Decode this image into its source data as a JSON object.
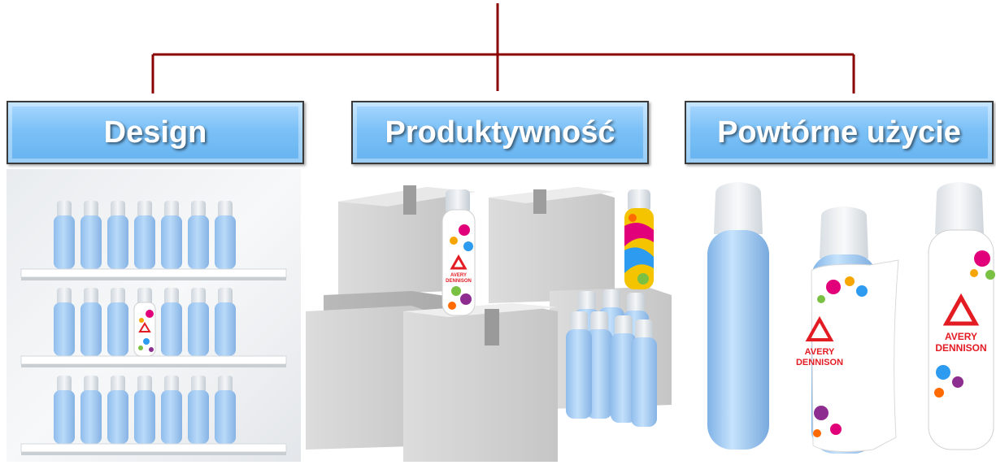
{
  "categories": [
    {
      "label": "Design"
    },
    {
      "label": "Produktywność"
    },
    {
      "label": "Powtórne użycie"
    }
  ],
  "brand": {
    "line1": "AVERY",
    "line2": "DENNISON"
  },
  "colors": {
    "connector": "#8b0000",
    "box_fill": "#7cc1f7",
    "bottle_blue": "#9cc8f4"
  },
  "icons": [
    "shelf-bottles-image",
    "boxes-and-bottles-image",
    "labeled-bottles-image"
  ]
}
